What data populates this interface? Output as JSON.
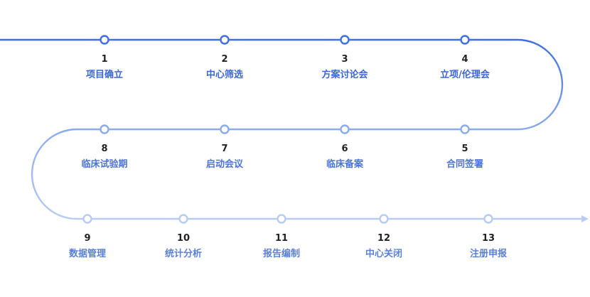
{
  "colors": {
    "row1_line": "#3f6fe0",
    "row2_line": "#8aabee",
    "row3_line": "#b7cbf3",
    "row1_label": "#3a66d6",
    "row2_label": "#4a74d6",
    "row3_label": "#5a80d8",
    "node_fill": "#ffffff",
    "number": "#222222"
  },
  "steps": [
    {
      "number": "1",
      "label": "项目确立",
      "row": 1
    },
    {
      "number": "2",
      "label": "中心筛选",
      "row": 1
    },
    {
      "number": "3",
      "label": "方案讨论会",
      "row": 1
    },
    {
      "number": "4",
      "label": "立项/伦理会",
      "row": 1
    },
    {
      "number": "5",
      "label": "合同签署",
      "row": 2
    },
    {
      "number": "6",
      "label": "临床备案",
      "row": 2
    },
    {
      "number": "7",
      "label": "启动会议",
      "row": 2
    },
    {
      "number": "8",
      "label": "临床试验期",
      "row": 2
    },
    {
      "number": "9",
      "label": "数据管理",
      "row": 3
    },
    {
      "number": "10",
      "label": "统计分析",
      "row": 3
    },
    {
      "number": "11",
      "label": "报告编制",
      "row": 3
    },
    {
      "number": "12",
      "label": "中心关闭",
      "row": 3
    },
    {
      "number": "13",
      "label": "注册申报",
      "row": 3
    }
  ]
}
